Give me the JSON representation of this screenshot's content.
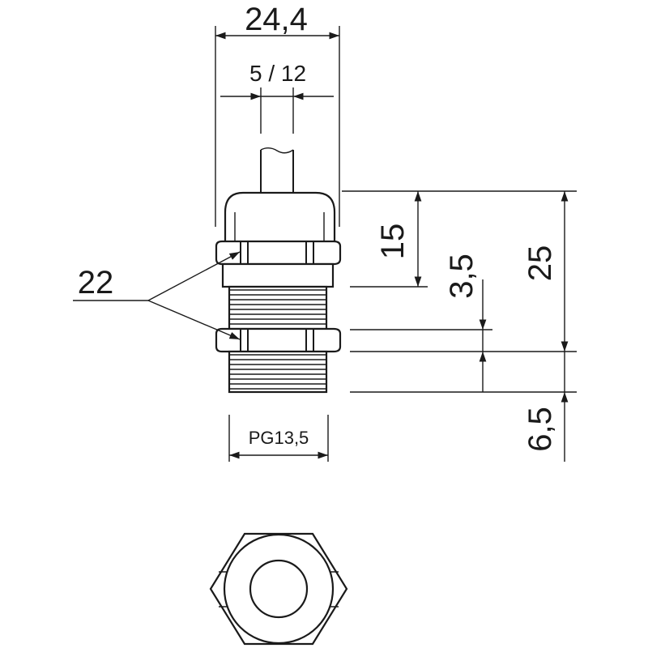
{
  "dimensions": {
    "overall_width": "24,4",
    "cable_range": "5 / 12",
    "wrench_size": "22",
    "cap_height": "15",
    "nut_height": "3,5",
    "total_height": "25",
    "thread_length": "6,5",
    "thread_type": "PG13,5"
  },
  "colors": {
    "line": "#1a1a1a",
    "background": "#ffffff"
  }
}
